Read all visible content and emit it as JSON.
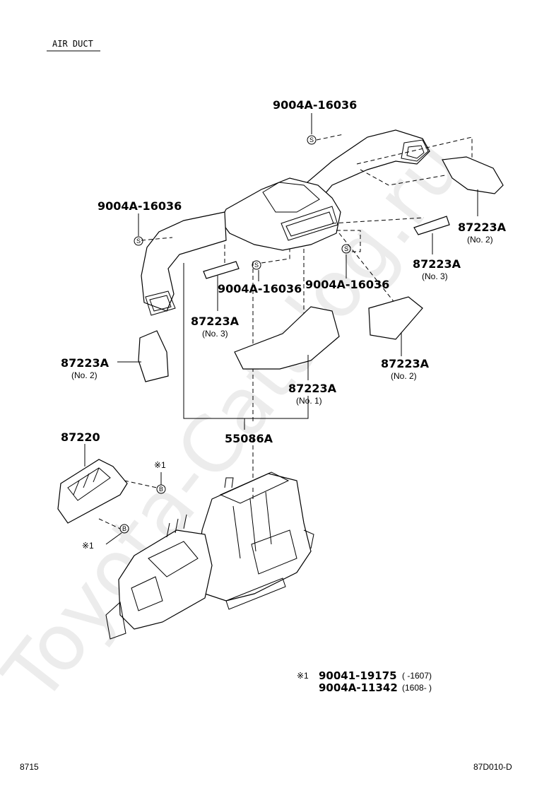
{
  "title": "AIR DUCT",
  "watermark": "Toyota-Catalog.ru",
  "parts": {
    "screw_top": "9004A-16036",
    "screw_left": "9004A-16036",
    "screw_mid_left": "9004A-16036",
    "screw_mid_right": "9004A-16036",
    "duct_no2_right": {
      "number": "87223A",
      "sub": "(No. 2)"
    },
    "duct_no3_right": {
      "number": "87223A",
      "sub": "(No. 3)"
    },
    "duct_no3_left": {
      "number": "87223A",
      "sub": "(No. 3)"
    },
    "duct_no2_left": {
      "number": "87223A",
      "sub": "(No. 2)"
    },
    "duct_no2_lower": {
      "number": "87223A",
      "sub": "(No. 2)"
    },
    "duct_no1": {
      "number": "87223A",
      "sub": "(No. 1)"
    },
    "assembly": "55086A",
    "cover": "87220"
  },
  "markers": {
    "note1_top": "※1",
    "note1_left": "※1",
    "circle_b": "B",
    "circle_s": "S"
  },
  "footnote": {
    "marker": "※1",
    "line1_part": "90041-19175",
    "line1_range": "(      -1607)",
    "line2_part": "9004A-11342",
    "line2_range": "(1608-      )"
  },
  "footer": {
    "left": "8715",
    "right": "87D010-D"
  }
}
